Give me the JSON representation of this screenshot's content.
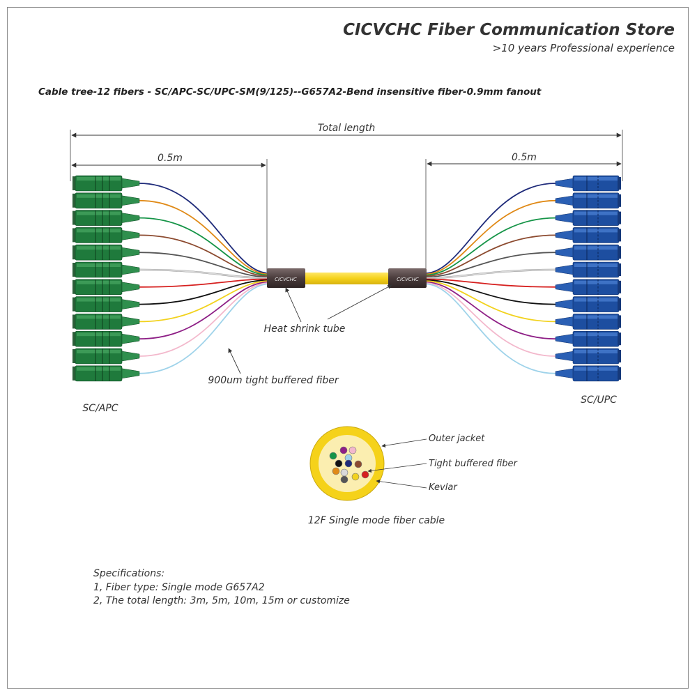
{
  "store": {
    "title": "CICVCHC Fiber Communication Store",
    "subtitle": ">10 years Professional experience"
  },
  "cable_title": "Cable tree-12 fibers - SC/APC-SC/UPC-SM(9/125)--G657A2-Bend insensitive fiber-0.9mm fanout",
  "dimensions": {
    "total_length": "Total length",
    "left_fanout": "0.5m",
    "right_fanout": "0.5m"
  },
  "labels": {
    "heat_shrink": "Heat shrink tube",
    "tight_buffered": "900um tight buffered fiber",
    "left_connector": "SC/APC",
    "right_connector": "SC/UPC",
    "sleeve_text": "CICVCHC"
  },
  "fiber_colors": [
    "#1f2b7a",
    "#e08a17",
    "#159447",
    "#8c4a2f",
    "#555555",
    "#d9d9d9",
    "#d6201f",
    "#111111",
    "#f2d21e",
    "#8e1f86",
    "#f3b8cc",
    "#9fd3ea"
  ],
  "colors": {
    "apc_connector": "#1f7a3c",
    "upc_connector": "#1d4ea0",
    "cable_jacket": "#f5d21a",
    "heat_shrink": "#4a3c3c"
  },
  "cross_section": {
    "caption": "12F Single mode fiber cable",
    "outer_jacket": "Outer jacket",
    "tight_buffered_fiber": "Tight buffered fiber",
    "kevlar": "Kevlar"
  },
  "specifications": {
    "heading": "Specifications:",
    "items": [
      "1, Fiber type: Single mode G657A2",
      "2, The total length: 3m, 5m, 10m, 15m or customize"
    ]
  }
}
